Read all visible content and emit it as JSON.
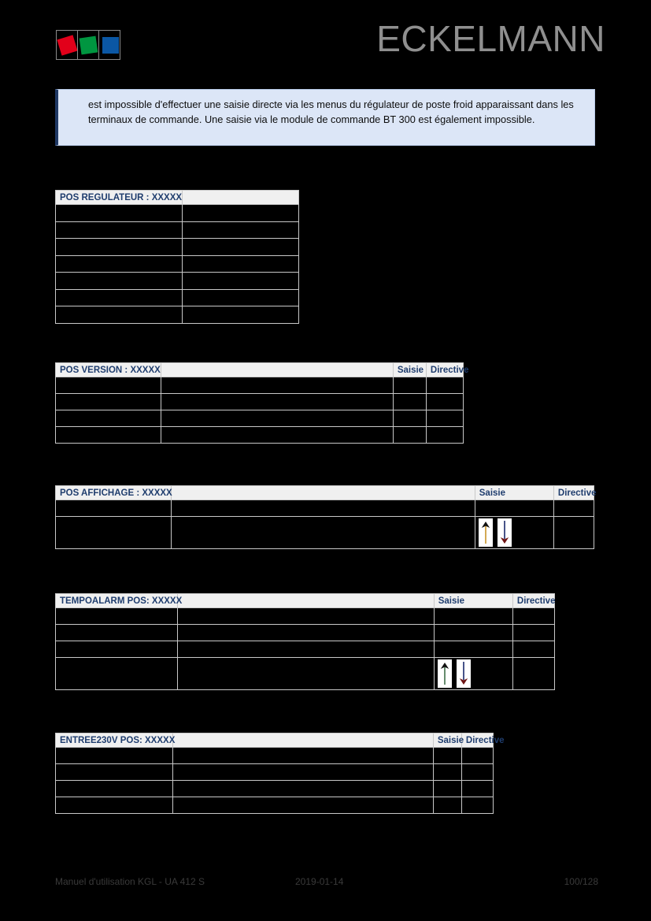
{
  "header": {
    "brand": "ECKELMANN",
    "logo": {
      "cells": [
        {
          "name": "red-square",
          "color": "#e2001a"
        },
        {
          "name": "green-square",
          "color": "#009640"
        },
        {
          "name": "blue-square",
          "color": "#0b57a4"
        }
      ]
    }
  },
  "note": {
    "text": "est impossible d'effectuer une saisie directe via les menus du régulateur de poste froid apparaissant dans les terminaux de commande. Une saisie via le module de commande BT 300 est également impossible.",
    "background": "#dce6f7",
    "accent": "#1f3864"
  },
  "tables": [
    {
      "id": "pos-regulateur",
      "title": "POS REGULATEUR : XXXXX",
      "columns": [
        "POS REGULATEUR : XXXXX",
        ""
      ],
      "rows": [
        [
          "",
          ""
        ],
        [
          "",
          ""
        ],
        [
          "",
          ""
        ],
        [
          "",
          ""
        ],
        [
          "",
          ""
        ],
        [
          "",
          ""
        ],
        [
          "",
          ""
        ]
      ]
    },
    {
      "id": "pos-version",
      "title": "POS VERSION : XXXXX",
      "columns": [
        "POS VERSION : XXXXX",
        "",
        "Saisie",
        "Directive"
      ],
      "rows": [
        [
          "",
          "",
          "",
          ""
        ],
        [
          "",
          "",
          "",
          ""
        ],
        [
          "",
          "",
          "",
          ""
        ],
        [
          "",
          "",
          "",
          ""
        ]
      ]
    },
    {
      "id": "pos-affichage",
      "title": "POS AFFICHAGE : XXXXX",
      "columns": [
        "POS AFFICHAGE : XXXXX",
        "",
        "Saisie",
        "Directive"
      ],
      "rows": [
        [
          "",
          "",
          "",
          ""
        ],
        [
          "",
          "",
          "arrows",
          ""
        ]
      ]
    },
    {
      "id": "tempoalarm",
      "title": "TEMPOALARM POS: XXXXX",
      "columns": [
        "TEMPOALARM POS: XXXXX",
        "",
        "Saisie",
        "Directive"
      ],
      "rows": [
        [
          "",
          "",
          "",
          ""
        ],
        [
          "",
          "",
          "",
          ""
        ],
        [
          "",
          "",
          "",
          ""
        ],
        [
          "",
          "",
          "arrows",
          ""
        ]
      ]
    },
    {
      "id": "entree230v",
      "title": "ENTREE230V POS: XXXXX",
      "columns": [
        "ENTREE230V POS: XXXXX",
        "",
        "Saisie",
        "Directive"
      ],
      "rows": [
        [
          "",
          "",
          "",
          ""
        ],
        [
          "",
          "",
          "",
          ""
        ],
        [
          "",
          "",
          "",
          ""
        ],
        [
          "",
          "",
          "",
          ""
        ]
      ]
    }
  ],
  "icons": {
    "arrow_up": "arrow-up-icon",
    "arrow_down": "arrow-down-icon"
  },
  "footer": {
    "document": "Manuel d'utilisation KGL - UA 412 S",
    "date": "2019-01-14",
    "page": "100/128"
  }
}
